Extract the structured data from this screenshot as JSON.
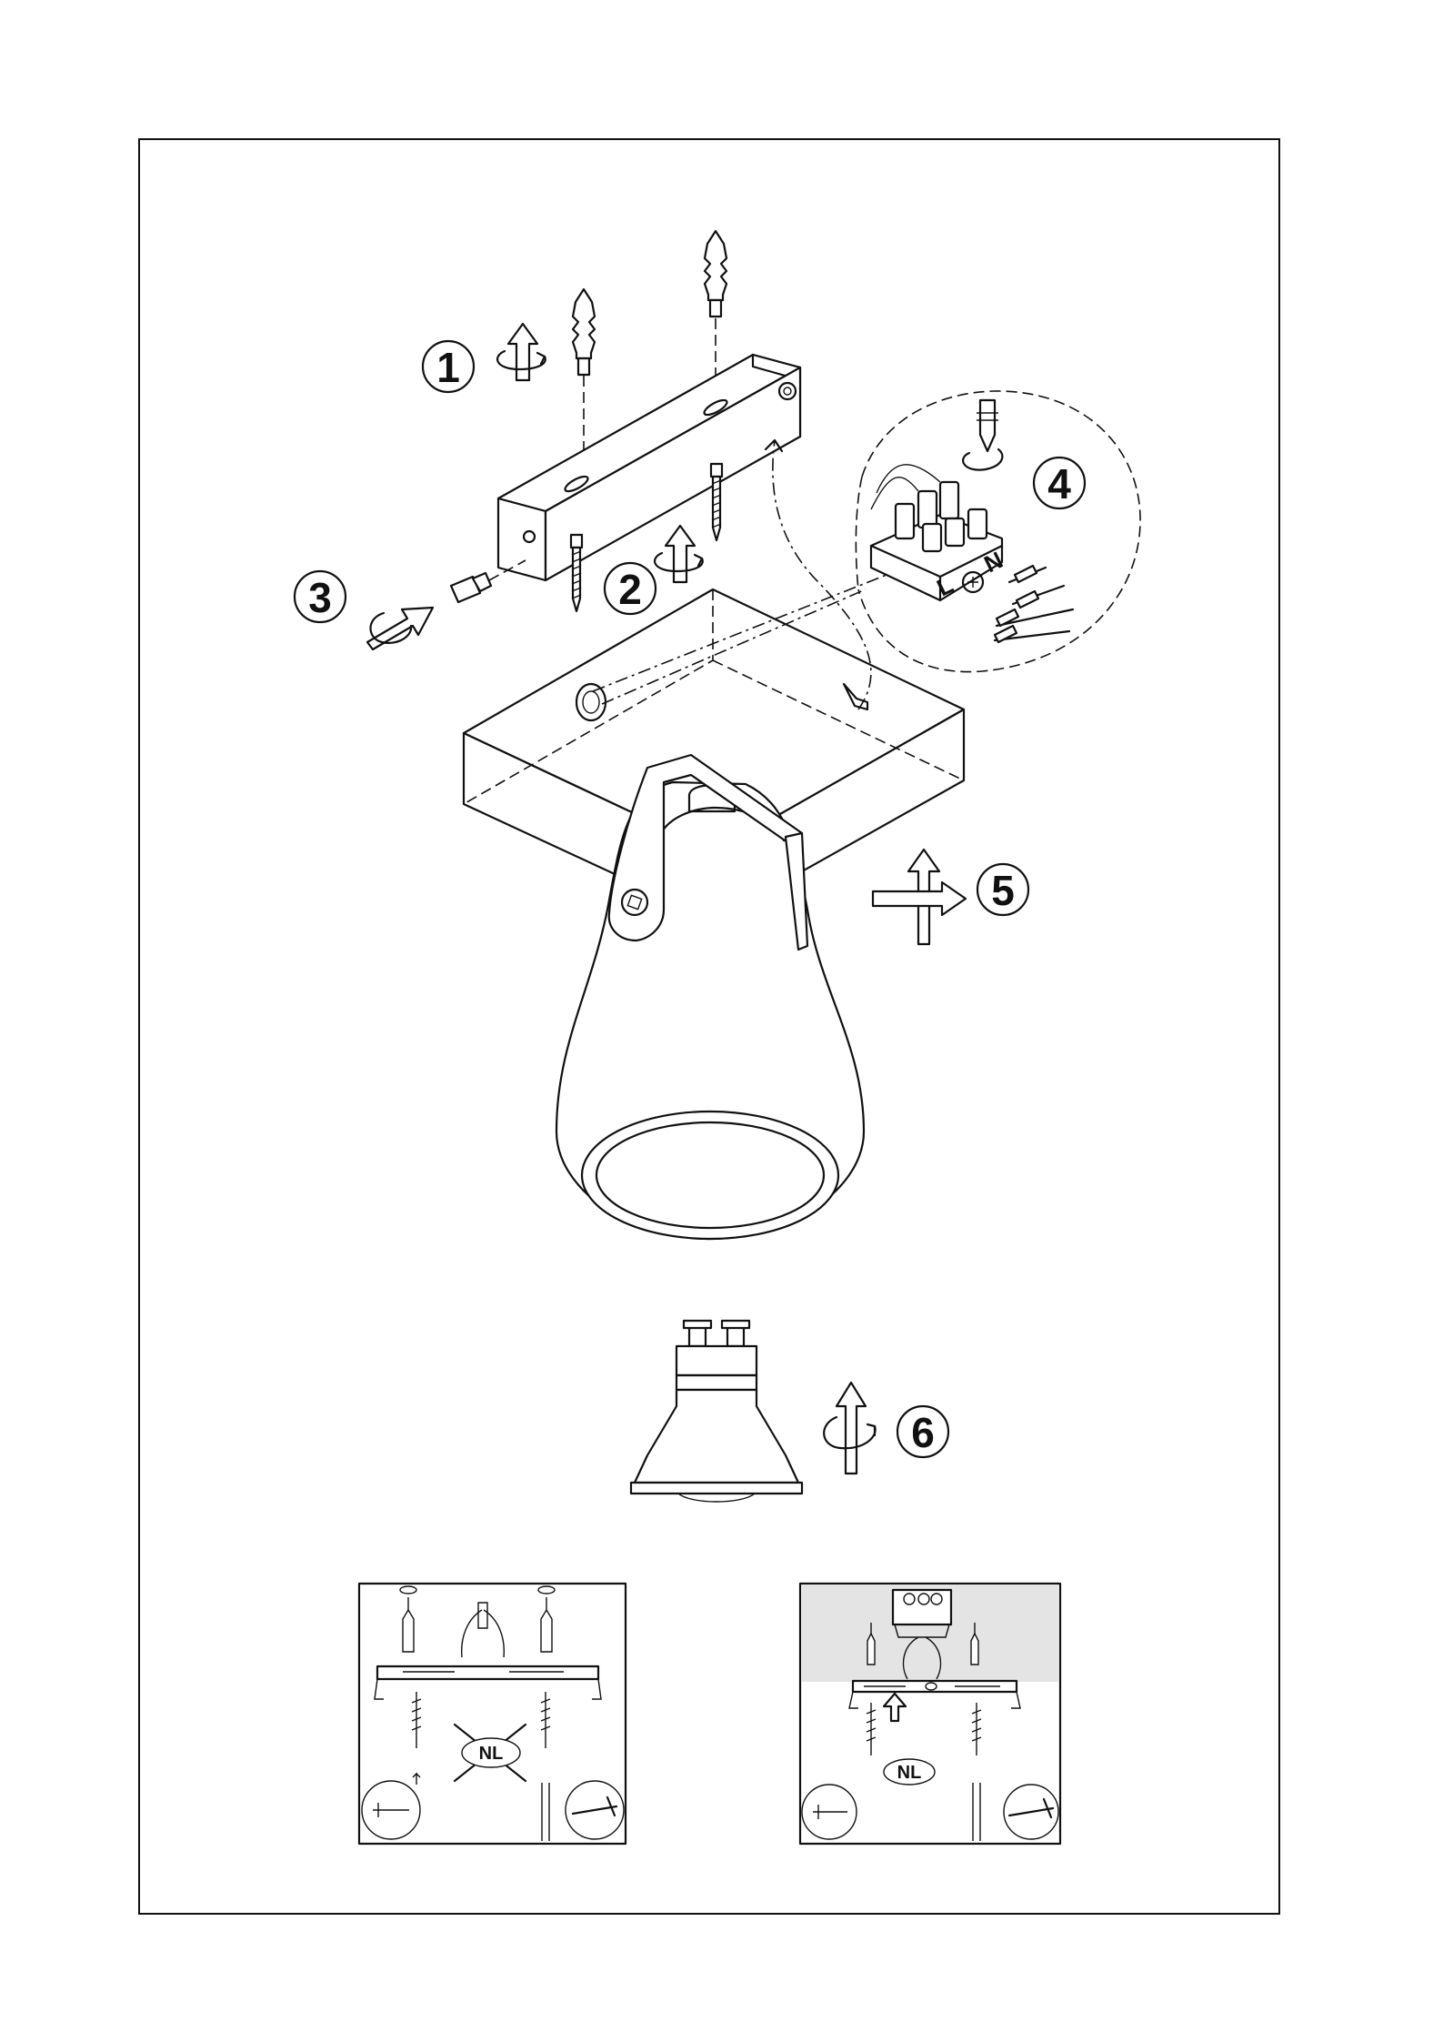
{
  "steps": [
    "1",
    "2",
    "3",
    "4",
    "5",
    "6"
  ],
  "terminal_labels": {
    "live": "L",
    "neutral": "N"
  },
  "insets": {
    "left": {
      "badge": "NL",
      "crossed_out": true
    },
    "right": {
      "badge": "NL",
      "crossed_out": false
    }
  },
  "icons": [
    "wall-plug-icon",
    "wood-screw-icon",
    "rotate-arrow-icon",
    "push-arrow-icon",
    "screwdriver-icon",
    "gu10-bulb-icon"
  ]
}
